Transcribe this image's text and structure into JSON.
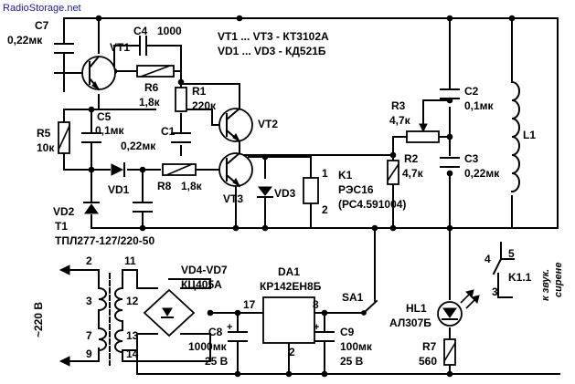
{
  "watermark": "RadioStorage.net",
  "notes": {
    "line1": "VT1 ... VT3 - КТ3102А",
    "line2": "VD1 ... VD3 - КД521Б"
  },
  "components": {
    "c7": {
      "ref": "C7",
      "value": "0,22мк"
    },
    "vt1": {
      "ref": "VT1"
    },
    "c4": {
      "ref": "C4",
      "value": "1000"
    },
    "r6": {
      "ref": "R6",
      "value": "1,8к"
    },
    "r1": {
      "ref": "R1",
      "value": "220к"
    },
    "vt2": {
      "ref": "VT2"
    },
    "c5": {
      "ref": "C5",
      "value": "0,1мк"
    },
    "r5": {
      "ref": "R5",
      "value": "10к"
    },
    "c1": {
      "ref": "C1",
      "value": "0,22мк"
    },
    "r3": {
      "ref": "R3",
      "value": "4,7к"
    },
    "c2": {
      "ref": "C2",
      "value": "0,1мк"
    },
    "l1": {
      "ref": "L1"
    },
    "r2": {
      "ref": "R2",
      "value": "4,7к"
    },
    "c3": {
      "ref": "C3",
      "value": "0,22мк"
    },
    "vd1": {
      "ref": "VD1"
    },
    "r8": {
      "ref": "R8",
      "value": "1,8к"
    },
    "vt3": {
      "ref": "VT3"
    },
    "vd3": {
      "ref": "VD3"
    },
    "k1": {
      "ref": "K1",
      "type": "РЭС16",
      "passport": "(РС4.591004)",
      "pin1": "1",
      "pin2": "2"
    },
    "vd2": {
      "ref": "VD2"
    },
    "t1": {
      "ref": "T1",
      "type": "ТПЛ277-127/220-50",
      "pins": [
        "2",
        "3",
        "7",
        "9",
        "11",
        "12",
        "13",
        "14"
      ]
    },
    "mains": {
      "label": "~220 В"
    },
    "bridge": {
      "ref": "VD4-VD7",
      "type": "КЦ405А"
    },
    "da1": {
      "ref": "DA1",
      "type": "КР142ЕН8Б",
      "pin_in": "17",
      "pin_out": "8",
      "pin_gnd": "2"
    },
    "c8": {
      "ref": "C8",
      "value": "1000мк",
      "voltage": "25 В"
    },
    "sa1": {
      "ref": "SA1"
    },
    "c9": {
      "ref": "C9",
      "value": "100мк",
      "voltage": "25 В"
    },
    "hl1": {
      "ref": "HL1",
      "type": "АЛ307Б"
    },
    "r7": {
      "ref": "R7",
      "value": "560"
    },
    "k11": {
      "ref": "K1.1",
      "pin4": "4",
      "pin5": "5",
      "pin3": "3",
      "note_line1": "к звук.",
      "note_line2": "сирене"
    }
  }
}
